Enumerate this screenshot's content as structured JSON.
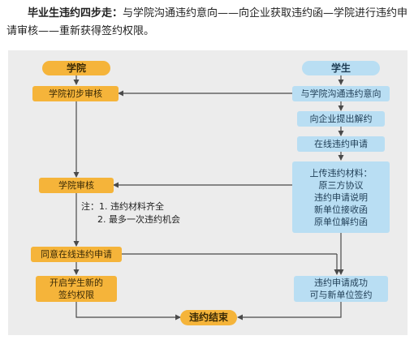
{
  "intro": {
    "lead": "毕业生违约四步走：",
    "text": "与学院沟通违约意向——向企业获取违约函—学院进行违约申请审核——重新获得签约权限。"
  },
  "flow": {
    "college_header": "学院",
    "student_header": "学生",
    "college_initial_review": "学院初步审核",
    "contact_college": "与学院沟通违约意向",
    "request_company": "向企业提出解约",
    "online_apply": "在线违约申请",
    "college_review": "学院审核",
    "upload": {
      "title": "上传违约材料：",
      "items": [
        "原三方协议",
        "违约申请说明",
        "新单位接收函",
        "原单位解约函"
      ]
    },
    "note": {
      "prefix": "注：",
      "items": [
        "1. 违约材料齐全",
        "2. 最多一次违约机会"
      ]
    },
    "approve_online": "同意在线违约申请",
    "open_rights": [
      "开启学生新的",
      "签约权限"
    ],
    "success": [
      "违约申请成功",
      "可与新单位签约"
    ],
    "end": "违约结束"
  }
}
